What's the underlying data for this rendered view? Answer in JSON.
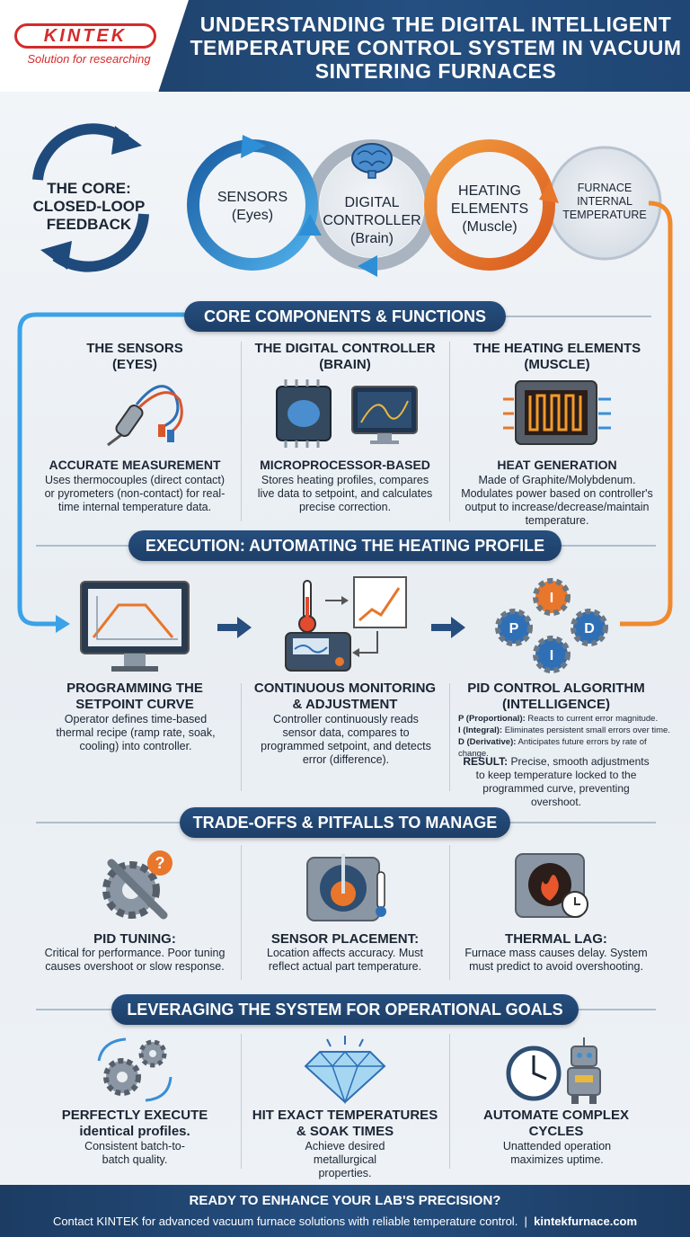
{
  "header": {
    "logo": "KINTEK",
    "tagline": "Solution for researching",
    "title": "UNDERSTANDING THE DIGITAL INTELLIGENT TEMPERATURE CONTROL SYSTEM IN VACUUM SINTERING FURNACES"
  },
  "loop": {
    "core_line1": "THE CORE:",
    "core_line2": "CLOSED-LOOP",
    "core_line3": "FEEDBACK",
    "sensors_line1": "SENSORS",
    "sensors_line2": "(Eyes)",
    "controller_line1": "DIGITAL",
    "controller_line2": "CONTROLLER",
    "controller_line3": "(Brain)",
    "heating_line1": "HEATING",
    "heating_line2": "ELEMENTS",
    "heating_line3": "(Muscle)",
    "furnace_line1": "FURNACE",
    "furnace_line2": "INTERNAL",
    "furnace_line3": "TEMPERATURE"
  },
  "components": {
    "heading": "CORE COMPONENTS & FUNCTIONS",
    "sensors": {
      "title1": "THE SENSORS",
      "title2": "(EYES)",
      "subtitle": "ACCURATE MEASUREMENT",
      "text": "Uses thermocouples (direct contact) or pyrometers (non-contact) for real-time internal temperature data."
    },
    "controller": {
      "title1": "THE DIGITAL CONTROLLER",
      "title2": "(BRAIN)",
      "subtitle": "MICROPROCESSOR-BASED",
      "text": "Stores heating profiles, compares live data to setpoint, and calculates precise correction."
    },
    "heating": {
      "title1": "THE HEATING ELEMENTS",
      "title2": "(MUSCLE)",
      "subtitle": "HEAT GENERATION",
      "text": "Made of Graphite/Molybdenum. Modulates power based on controller's output to increase/decrease/maintain temperature."
    }
  },
  "execution": {
    "heading": "EXECUTION: AUTOMATING THE HEATING PROFILE",
    "programming": {
      "title1": "PROGRAMMING THE",
      "title2": "SETPOINT CURVE",
      "text": "Operator defines time-based thermal recipe (ramp rate, soak, cooling) into controller."
    },
    "monitoring": {
      "title1": "CONTINUOUS MONITORING",
      "title2": "& ADJUSTMENT",
      "text": "Controller continuously reads sensor data, compares to programmed setpoint, and detects error (difference)."
    },
    "pid": {
      "title1": "PID CONTROL ALGORITHM",
      "title2": "(INTELLIGENCE)",
      "p_label": "P (Proportional):",
      "p_text": "Reacts to current error magnitude.",
      "i_label": "I (Integral):",
      "i_text": "Eliminates persistent small errors over time.",
      "d_label": "D (Derivative):",
      "d_text": "Anticipates future errors by rate of change.",
      "result_label": "RESULT:",
      "result_text1": "Precise, smooth adjustments",
      "result_text2": "to keep temperature locked to the",
      "result_text3": "programmed curve, preventing overshoot.",
      "gear_p": "P",
      "gear_i": "I",
      "gear_d": "D"
    }
  },
  "tradeoffs": {
    "heading": "TRADE-OFFS & PITFALLS TO MANAGE",
    "tuning": {
      "title": "PID TUNING:",
      "text": "Critical for performance. Poor tuning causes overshoot or slow response."
    },
    "placement": {
      "title": "SENSOR PLACEMENT:",
      "text": "Location affects accuracy. Must reflect actual part temperature."
    },
    "lag": {
      "title": "THERMAL LAG:",
      "text": "Furnace mass causes delay. System must predict to avoid overshooting."
    }
  },
  "goals": {
    "heading": "LEVERAGING THE SYSTEM FOR OPERATIONAL GOALS",
    "execute": {
      "title1": "PERFECTLY EXECUTE",
      "title2": "identical profiles.",
      "text": "Consistent batch-to-batch quality."
    },
    "exact": {
      "title1": "HIT EXACT TEMPERATURES",
      "title2": "& SOAK TIMES",
      "text": "Achieve desired metallurgical properties."
    },
    "automate": {
      "title1": "AUTOMATE COMPLEX",
      "title2": "CYCLES",
      "text": "Unattended operation maximizes uptime."
    }
  },
  "footer": {
    "cta": "READY TO ENHANCE YOUR LAB'S PRECISION?",
    "contact": "Contact KINTEK for advanced vacuum furnace solutions with reliable temperature control.",
    "separator": "|",
    "website": "kintekfurnace.com"
  },
  "colors": {
    "navy": "#1d3f68",
    "blue_loop": "#2f8fd6",
    "orange_loop": "#e8762b",
    "brand_red": "#d52a2a"
  }
}
